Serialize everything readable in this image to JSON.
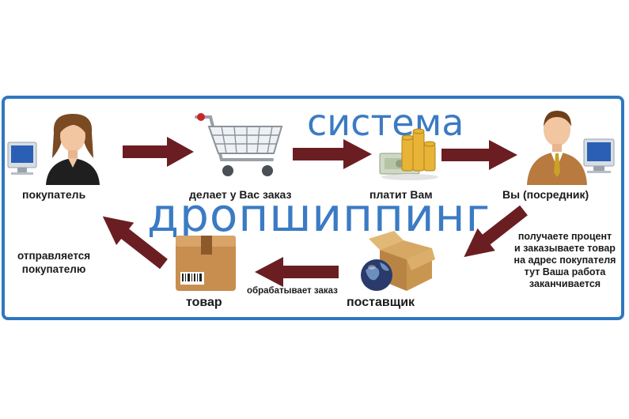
{
  "title": {
    "line1": "система",
    "line2": "дропшиппинг"
  },
  "nodes": {
    "buyer": "покупатель",
    "order": "делает у Вас заказ",
    "pays": "платит Вам",
    "you": "Вы (посредник)",
    "supplier": "поставщик",
    "goods": "товар"
  },
  "notes": {
    "you_to_supplier": [
      "получаете процент",
      "и заказываете товар",
      "на адрес покупателя",
      "тут Ваша работа",
      "заканчивается"
    ],
    "supplier_to_goods": "обрабатывает заказ",
    "goods_to_buyer": [
      "отправляется",
      "покупателю"
    ]
  },
  "colors": {
    "frame": "#2f77c0",
    "title": "#3b7bc4",
    "arrow": "#6b1e22"
  },
  "icons": {
    "buyer": "woman-at-computer-icon",
    "order": "shopping-cart-icon",
    "pays": "money-coins-icon",
    "you": "man-at-computer-icon",
    "supplier": "globe-box-icon",
    "goods": "package-icon"
  }
}
